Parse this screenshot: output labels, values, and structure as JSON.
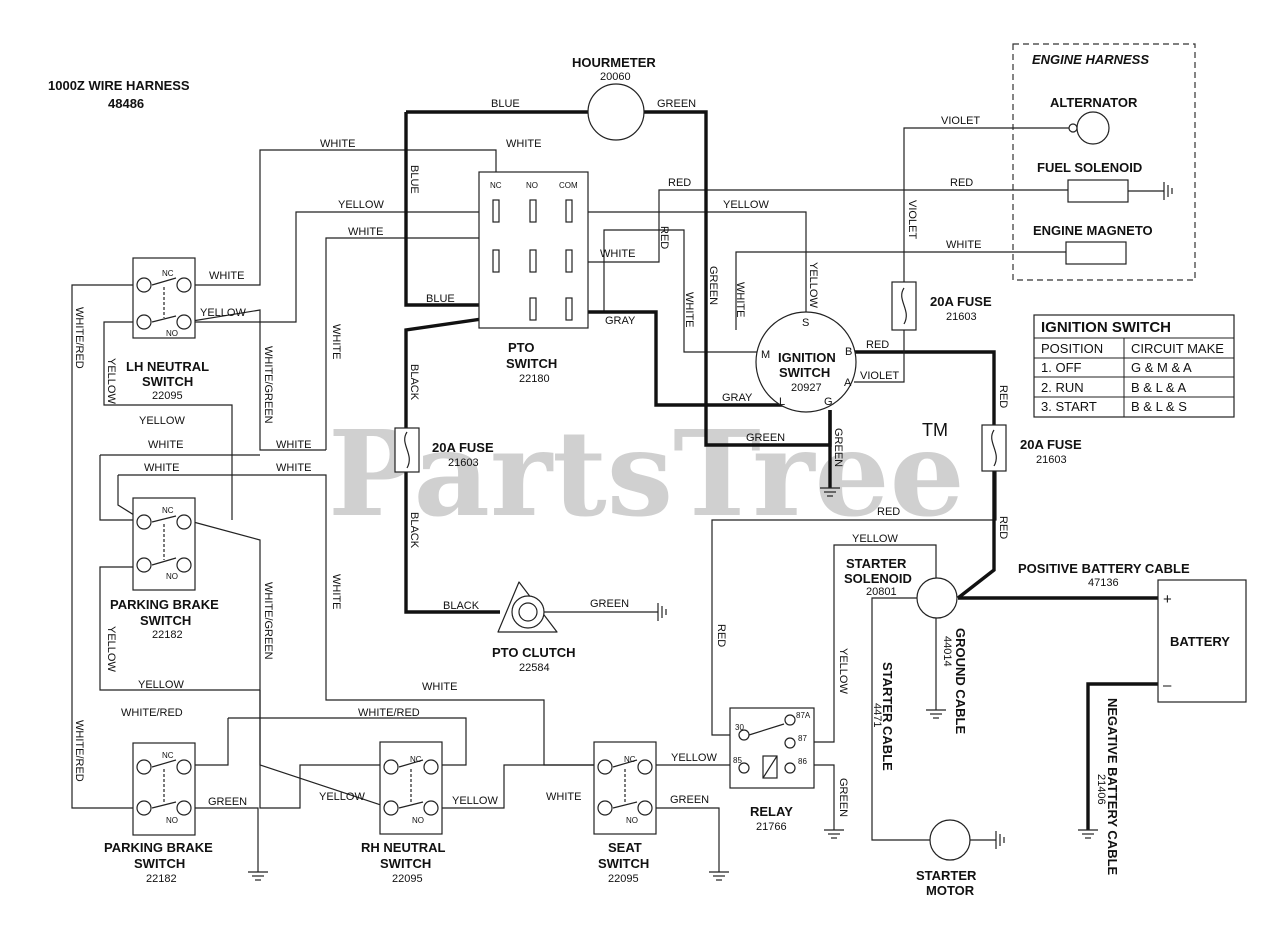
{
  "harness": {
    "title": "1000Z WIRE HARNESS",
    "number": "48486"
  },
  "watermark": {
    "text": "PartsTree",
    "tm": "TM"
  },
  "engine_harness": {
    "title": "ENGINE HARNESS",
    "alternator": "ALTERNATOR",
    "fuel_solenoid": "FUEL SOLENOID",
    "engine_magneto": "ENGINE MAGNETO"
  },
  "components": {
    "hourmeter": {
      "name": "HOURMETER",
      "number": "20060"
    },
    "pto_switch": {
      "name1": "PTO",
      "name2": "SWITCH",
      "number": "22180",
      "nc": "NC",
      "no": "NO",
      "com": "COM"
    },
    "ignition_switch": {
      "name1": "IGNITION",
      "name2": "SWITCH",
      "number": "20927",
      "s": "S",
      "m": "M",
      "b": "B",
      "a": "A",
      "l": "L",
      "g": "G"
    },
    "fuse_top": {
      "name": "20A FUSE",
      "number": "21603"
    },
    "fuse_left": {
      "name": "20A FUSE",
      "number": "21603"
    },
    "fuse_right": {
      "name": "20A FUSE",
      "number": "21603"
    },
    "lh_neutral": {
      "name1": "LH NEUTRAL",
      "name2": "SWITCH",
      "number": "22095"
    },
    "parking_brake_1": {
      "name1": "PARKING BRAKE",
      "name2": "SWITCH",
      "number": "22182"
    },
    "parking_brake_2": {
      "name1": "PARKING BRAKE",
      "name2": "SWITCH",
      "number": "22182"
    },
    "rh_neutral": {
      "name1": "RH NEUTRAL",
      "name2": "SWITCH",
      "number": "22095"
    },
    "seat_switch": {
      "name1": "SEAT",
      "name2": "SWITCH",
      "number": "22095"
    },
    "pto_clutch": {
      "name": "PTO CLUTCH",
      "number": "22584"
    },
    "relay": {
      "name": "RELAY",
      "number": "21766",
      "p30": "30",
      "p87a": "87A",
      "p87": "87",
      "p85": "85",
      "p86": "86"
    },
    "starter_solenoid": {
      "name1": "STARTER",
      "name2": "SOLENOID",
      "number": "20801"
    },
    "starter_motor": {
      "name1": "STARTER",
      "name2": "MOTOR"
    },
    "battery": {
      "name": "BATTERY",
      "plus": "+",
      "minus": "–"
    },
    "positive_cable": {
      "name": "POSITIVE BATTERY CABLE",
      "number": "47136"
    },
    "ground_cable": {
      "name": "GROUND CABLE",
      "number": "44014"
    },
    "starter_cable": {
      "name": "STARTER CABLE",
      "number": "4471"
    },
    "negative_cable": {
      "name": "NEGATIVE BATTERY CABLE",
      "number": "21406"
    }
  },
  "switch_terms": {
    "nc": "NC",
    "no": "NO"
  },
  "wire_colors": {
    "white": "WHITE",
    "yellow": "YELLOW",
    "blue": "BLUE",
    "green": "GREEN",
    "red": "RED",
    "violet": "VIOLET",
    "gray": "GRAY",
    "black": "BLACK",
    "white_red": "WHITE/RED",
    "white_green": "WHITE/GREEN"
  },
  "ignition_table": {
    "title": "IGNITION SWITCH",
    "headers": [
      "POSITION",
      "CIRCUIT MAKE"
    ],
    "rows": [
      [
        "1. OFF",
        "G & M & A"
      ],
      [
        "2. RUN",
        "B & L & A"
      ],
      [
        "3. START",
        "B & L & S"
      ]
    ]
  }
}
